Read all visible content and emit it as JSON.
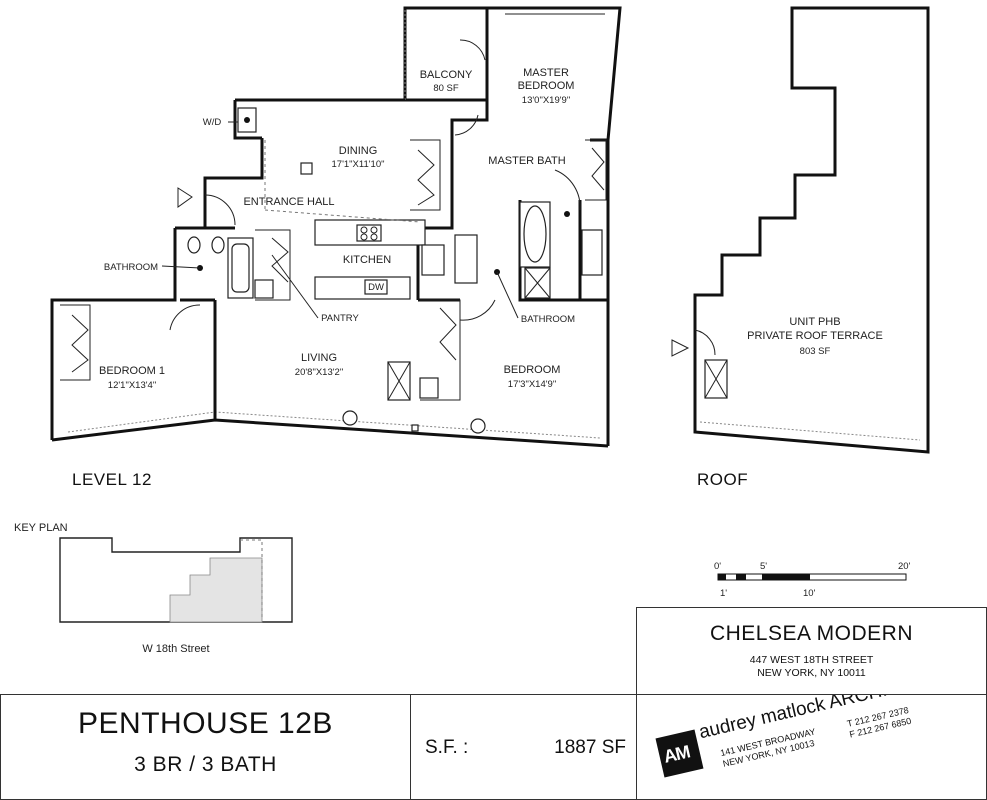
{
  "plan": {
    "level_label": "LEVEL 12",
    "roof_label": "ROOF",
    "key_plan_label": "KEY PLAN",
    "street_label": "W 18th Street",
    "rooms": {
      "balcony": {
        "name": "BALCONY",
        "size": "80 SF"
      },
      "master_bedroom": {
        "name1": "MASTER",
        "name2": "BEDROOM",
        "size": "13'0\"X19'9\""
      },
      "dining": {
        "name": "DINING",
        "size": "17'1\"X11'10\""
      },
      "master_bath": {
        "name": "MASTER BATH"
      },
      "entrance_hall": {
        "name": "ENTRANCE HALL"
      },
      "wd": {
        "name": "W/D"
      },
      "kitchen": {
        "name": "KITCHEN"
      },
      "dw": {
        "name": "DW"
      },
      "bathroom_left": {
        "name": "BATHROOM"
      },
      "pantry": {
        "name": "PANTRY"
      },
      "bathroom_right": {
        "name": "BATHROOM"
      },
      "bedroom1": {
        "name": "BEDROOM 1",
        "size": "12'1\"X13'4\""
      },
      "living": {
        "name": "LIVING",
        "size": "20'8\"X13'2\""
      },
      "bedroom": {
        "name": "BEDROOM",
        "size": "17'3\"X14'9\""
      },
      "terrace": {
        "name1": "UNIT PHB",
        "name2": "PRIVATE ROOF TERRACE",
        "size": "803 SF"
      }
    }
  },
  "scale": {
    "top_ticks": [
      "0'",
      "5'",
      "20'"
    ],
    "bottom_ticks": [
      "1'",
      "10'"
    ]
  },
  "project": {
    "name": "CHELSEA MODERN",
    "address1": "447 WEST 18TH STREET",
    "address2": "NEW YORK, NY 10011"
  },
  "unit": {
    "name": "PENTHOUSE 12B",
    "type": "3 BR / 3 BATH",
    "sf_label": "S.F. :",
    "sf_value": "1887 SF"
  },
  "architect": {
    "logo_letters": "AM",
    "name": "audrey matlock ARCHITECT",
    "address1": "141 WEST BROADWAY",
    "address2": "NEW YORK, NY 10013",
    "tel": "T 212 267 2378",
    "fax": "F 212 267 6850"
  }
}
